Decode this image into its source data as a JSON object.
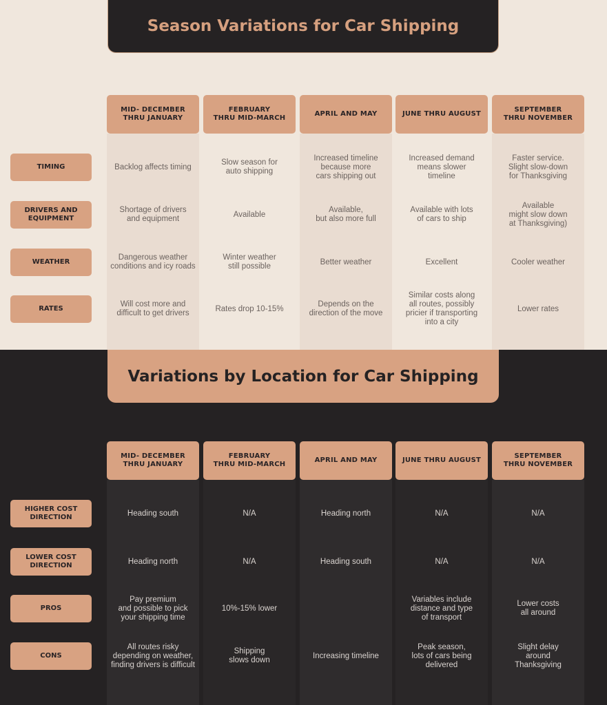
{
  "season": {
    "title": "Season Variations for Car Shipping",
    "columns": [
      "MID- DECEMBER\nTHRU JANUARY",
      "FEBRUARY\nTHRU MID-MARCH",
      "APRIL AND MAY",
      "JUNE THRU AUGUST",
      "SEPTEMBER\nTHRU NOVEMBER"
    ],
    "rows": [
      {
        "label": "TIMING",
        "cells": [
          "Backlog affects timing",
          "Slow season for\nauto shipping",
          "Increased timeline\nbecause more\ncars shipping out",
          "Increased demand\nmeans slower\ntimeline",
          "Faster service.\nSlight slow-down\nfor Thanksgiving"
        ]
      },
      {
        "label": "DRIVERS AND\nEQUIPMENT",
        "cells": [
          "Shortage  of drivers\nand equipment",
          "Available",
          "Available,\nbut also more full",
          "Available with lots\nof cars to ship",
          "Available\nmight slow down\nat Thanksgiving)"
        ]
      },
      {
        "label": "WEATHER",
        "cells": [
          "Dangerous weather\nconditions and icy roads",
          "Winter weather\nstill possible",
          "Better weather",
          "Excellent",
          "Cooler weather"
        ]
      },
      {
        "label": "RATES",
        "cells": [
          "Will cost more and\ndifficult to get drivers",
          "Rates drop 10-15%",
          "Depends on the\ndirection of the move",
          "Similar costs along\nall routes, possibly\npricier if  transporting\ninto a city",
          "Lower rates"
        ]
      }
    ]
  },
  "location": {
    "title": "Variations by Location for Car Shipping",
    "columns": [
      "MID- DECEMBER\nTHRU JANUARY",
      "FEBRUARY\nTHRU MID-MARCH",
      "APRIL AND MAY",
      "JUNE THRU AUGUST",
      "SEPTEMBER\nTHRU NOVEMBER"
    ],
    "rows": [
      {
        "label": "HIGHER COST\nDIRECTION",
        "cells": [
          "Heading south",
          "N/A",
          "Heading north",
          "N/A",
          "N/A"
        ]
      },
      {
        "label": "LOWER COST\nDIRECTION",
        "cells": [
          "Heading north",
          "N/A",
          "Heading south",
          "N/A",
          "N/A"
        ]
      },
      {
        "label": "PROS",
        "cells": [
          "Pay premium\nand possible to pick\nyour shipping time",
          "10%-15% lower",
          "",
          "Variables include\ndistance and type\nof transport",
          "Lower costs\nall around"
        ]
      },
      {
        "label": "CONS",
        "cells": [
          "All routes risky\ndepending on weather,\nfinding drivers is difficult",
          "Shipping\nslows down",
          "Increasing timeline",
          "Peak season,\nlots of cars being\ndelivered",
          "Slight delay\naround\nThanksgiving"
        ]
      }
    ]
  }
}
